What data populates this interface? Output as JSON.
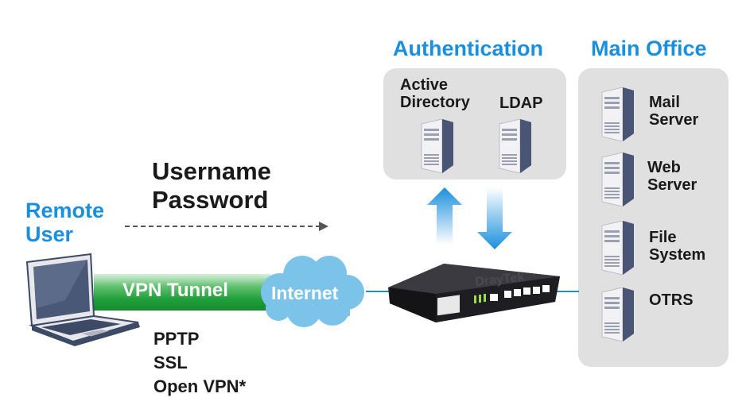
{
  "auth": {
    "title": "Authentication",
    "servers": [
      {
        "label_line1": "Active",
        "label_line2": "Directory"
      },
      {
        "label_line1": "LDAP",
        "label_line2": ""
      }
    ]
  },
  "office": {
    "title": "Main Office",
    "servers": [
      {
        "label_line1": "Mail",
        "label_line2": "Server"
      },
      {
        "label_line1": "Web",
        "label_line2": "Server"
      },
      {
        "label_line1": "File",
        "label_line2": "System"
      },
      {
        "label_line1": "OTRS",
        "label_line2": ""
      }
    ]
  },
  "remote": {
    "title_line1": "Remote",
    "title_line2": "User"
  },
  "credentials": {
    "line1": "Username",
    "line2": "Password"
  },
  "tunnel": {
    "label": "VPN Tunnel"
  },
  "internet": {
    "label": "Internet"
  },
  "protocols": [
    "PPTP",
    "SSL",
    "Open VPN*"
  ],
  "router": {
    "brand": "DrayTek"
  },
  "colors": {
    "title_blue": "#1a8fdc",
    "tunnel_green": "#1f9e3a",
    "cloud_blue": "#7cc3ea",
    "panel_gray": "#e0e0e0",
    "link_blue": "#1a8fdc"
  }
}
